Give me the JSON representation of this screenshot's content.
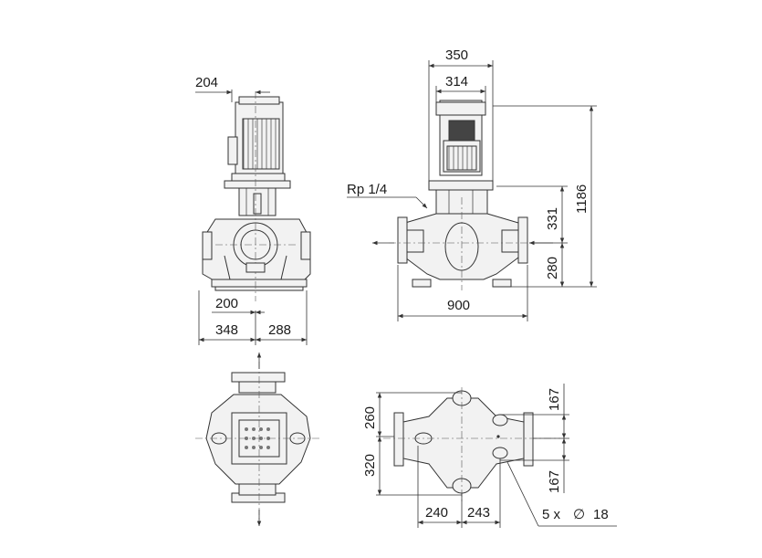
{
  "dims": {
    "front_top_offset": "204",
    "front_foot": "200",
    "front_left": "348",
    "front_right": "288",
    "side_width_outer": "350",
    "side_width_inner": "314",
    "side_connection": "Rp 1/4",
    "side_upper_height": "331",
    "side_lower_height": "280",
    "side_total_height": "1186",
    "side_flange_length": "900",
    "plan_upper": "260",
    "plan_lower": "320",
    "plan_right_upper": "167",
    "plan_right_lower": "167",
    "plan_left_x": "240",
    "plan_right_x": "243",
    "plan_holes": "5 x",
    "plan_hole_symbol": "∅",
    "plan_hole_dia": "18"
  }
}
